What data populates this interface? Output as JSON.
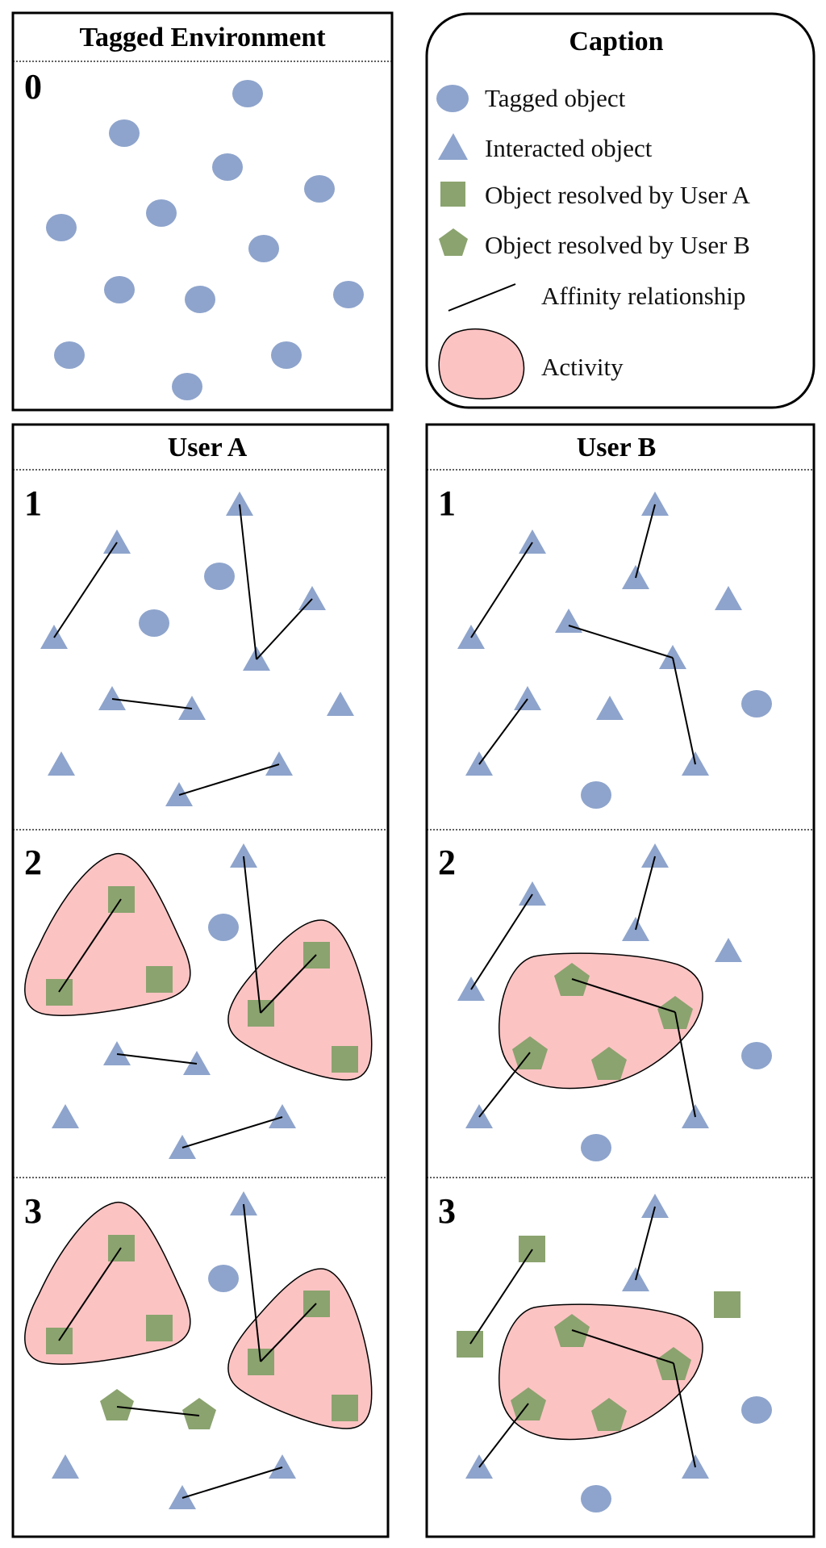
{
  "colors": {
    "tagged": "#8ea4cc",
    "resolved": "#8ba36f",
    "activity_fill": "#fcc3c3",
    "line": "#000000"
  },
  "environment": {
    "title": "Tagged Environment",
    "step": "0"
  },
  "caption": {
    "title": "Caption",
    "items": [
      {
        "icon": "circle-icon",
        "label": "Tagged object"
      },
      {
        "icon": "triangle-icon",
        "label": "Interacted object"
      },
      {
        "icon": "square-icon",
        "label": "Object resolved by User A"
      },
      {
        "icon": "pentagon-icon",
        "label": "Object resolved by User B"
      },
      {
        "icon": "line-icon",
        "label": "Affinity relationship"
      },
      {
        "icon": "blob-icon",
        "label": "Activity"
      }
    ]
  },
  "user_a": {
    "title": "User A",
    "steps": [
      "1",
      "2",
      "3"
    ]
  },
  "user_b": {
    "title": "User B",
    "steps": [
      "1",
      "2",
      "3"
    ]
  }
}
